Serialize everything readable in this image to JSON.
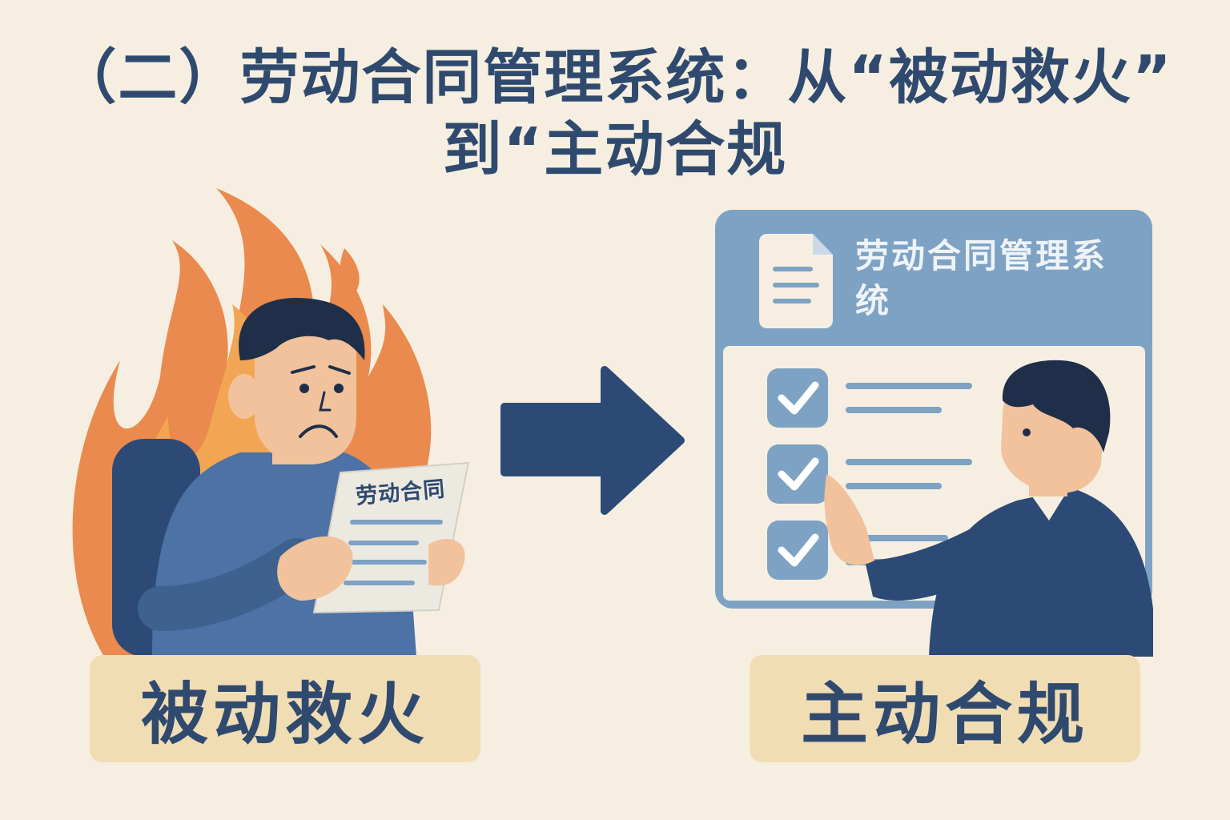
{
  "title": {
    "line1": "（二）劳动合同管理系统：从“被动救火”",
    "line2": "到“主动合规"
  },
  "left": {
    "paper_label": "劳动合同",
    "caption": "被动救火"
  },
  "right": {
    "system_title": "劳动合同管理系统",
    "caption": "主动合规"
  },
  "icons": {
    "fire": "fire-icon",
    "arrow": "arrow-right-icon",
    "document": "document-icon",
    "checkbox": "checkbox-checked-icon"
  },
  "colors": {
    "background": "#f6efe1",
    "navy": "#2f4a6e",
    "fire_outer": "#ea8a4e",
    "fire_inner": "#f2a552",
    "panel_blue": "#7ea2c3",
    "label_bg": "#f1ddb4"
  }
}
